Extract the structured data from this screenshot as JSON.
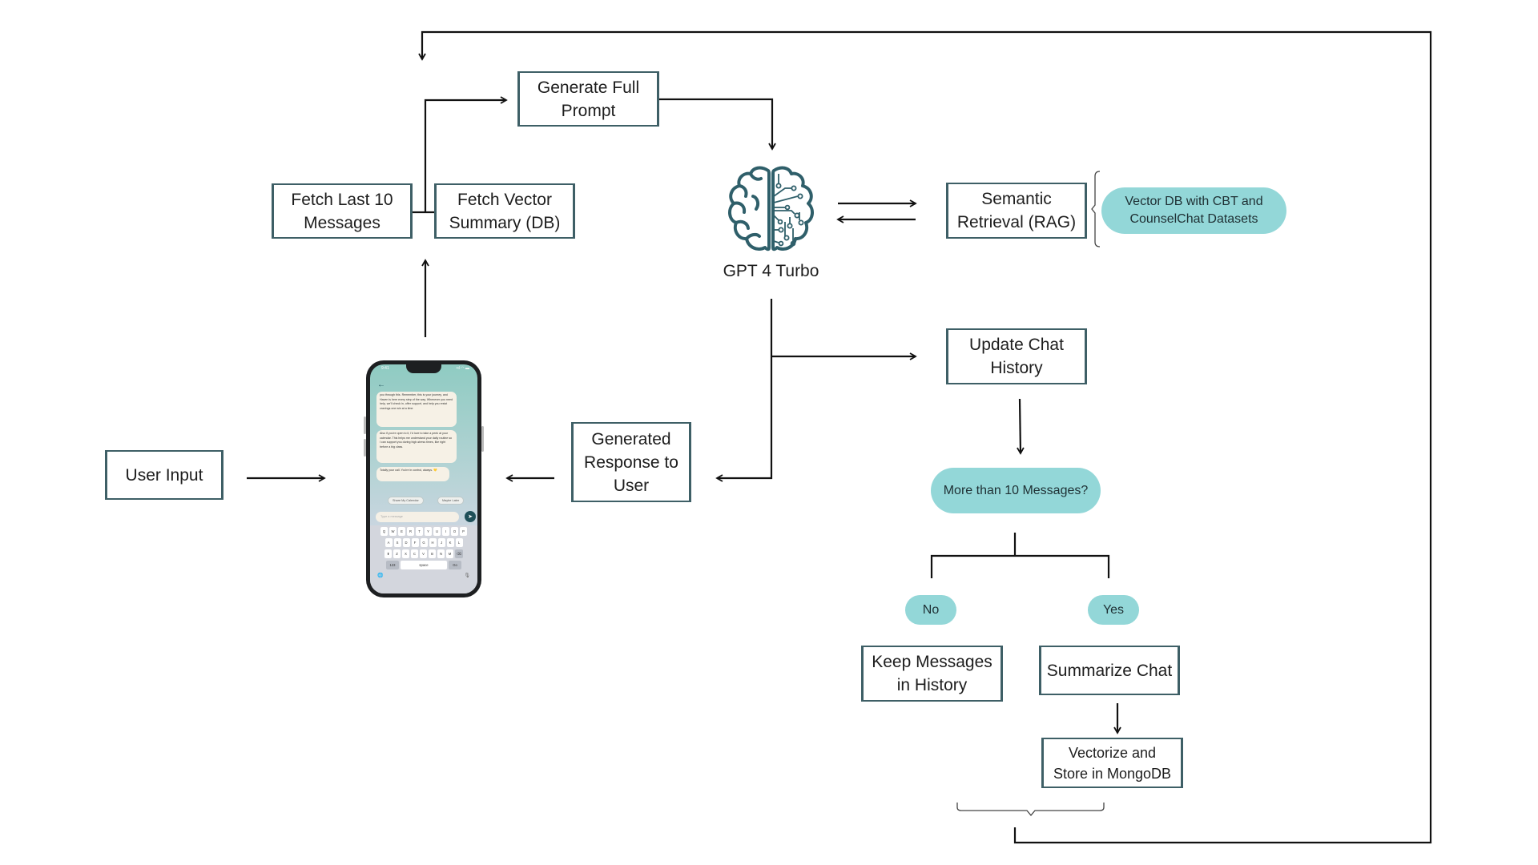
{
  "diagram": {
    "type": "flowchart",
    "colors": {
      "box_border": "#3e5f66",
      "pill_fill": "#93d7d8",
      "brain": "#2f5f6a",
      "connector": "#111111"
    },
    "nodes": {
      "user_input": "User Input",
      "fetch_last": "Fetch Last 10\nMessages",
      "fetch_vector": "Fetch Vector\nSummary (DB)",
      "generate_prompt": "Generate Full\nPrompt",
      "gpt_label": "GPT 4 Turbo",
      "semantic": "Semantic\nRetrieval (RAG)",
      "vector_db": "Vector DB with CBT and\nCounselChat Datasets",
      "update_history": "Update Chat\nHistory",
      "more_than": "More than 10 Messages?",
      "no": "No",
      "yes": "Yes",
      "keep": "Keep Messages\nin History",
      "summarize": "Summarize Chat",
      "vectorize": "Vectorize and\nStore in MongoDB",
      "generated_response": "Generated\nResponse to\nUser"
    },
    "icons": {
      "model": "brain-circuit-icon",
      "device": "smartphone-chat-icon"
    }
  },
  "phone": {
    "time": "9:41",
    "signal": "•ıl ◠ ▬",
    "messages": [
      "you through this. Remember, this is your journey, and Haven is here every step of the way. Whenever you need help, we'll check in, offer support, and help you resist cravings one win at a time",
      "Also if you're open to it, I'd love to take a peek at your calendar. This helps me understand your daily routine so I can support you during high-stress times, like right before a big class.",
      "Totally your call. You're in control, always. 💛"
    ],
    "quick_replies": [
      "Share My Calendar",
      "Maybe Later"
    ],
    "input_placeholder": "Type a message",
    "keyboard": {
      "row1": [
        "Q",
        "W",
        "E",
        "R",
        "T",
        "Y",
        "U",
        "I",
        "O",
        "P"
      ],
      "row2": [
        "A",
        "S",
        "D",
        "F",
        "G",
        "H",
        "J",
        "K",
        "L"
      ],
      "row3": [
        "Z",
        "X",
        "C",
        "V",
        "B",
        "N",
        "M"
      ],
      "shift": "⬆",
      "delete": "⌫",
      "numbers": "123",
      "space": "space",
      "go": "Go",
      "globe": "🌐",
      "mic": "🎙"
    }
  }
}
